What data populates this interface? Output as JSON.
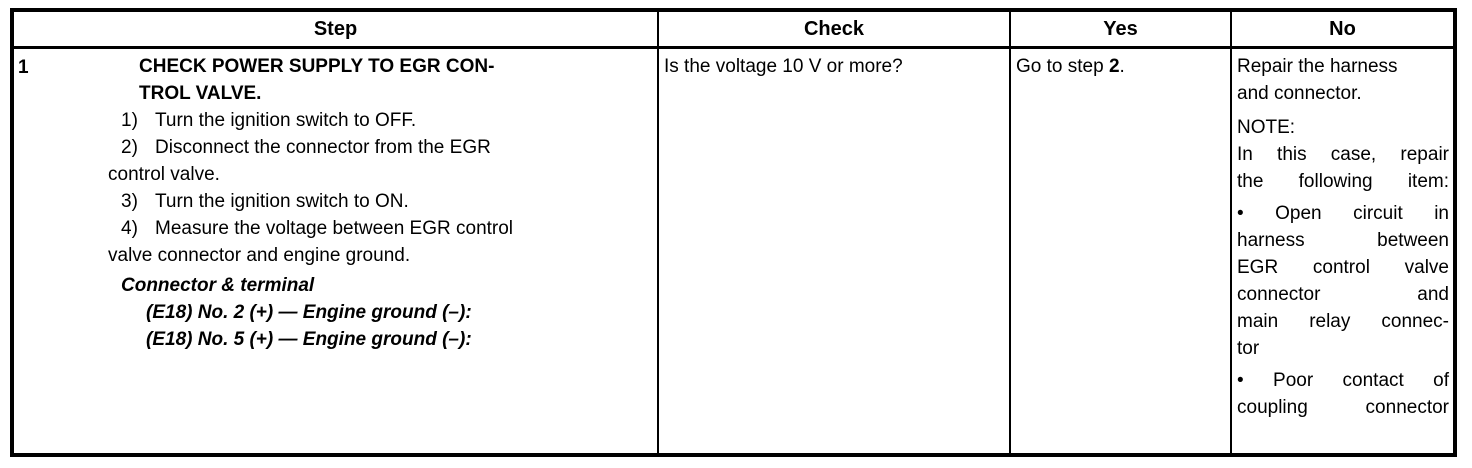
{
  "table": {
    "headers": [
      "Step",
      "Check",
      "Yes",
      "No"
    ],
    "colors": {
      "border": "#000000",
      "text": "#000000",
      "background": "#ffffff"
    },
    "row": {
      "step_number": "1",
      "title_lines": [
        "CHECK POWER SUPPLY TO EGR CON-",
        "TROL VALVE."
      ],
      "instructions": [
        {
          "num": "1)",
          "lines": [
            "Turn the ignition switch to OFF."
          ]
        },
        {
          "num": "2)",
          "lines": [
            "Disconnect the connector from the EGR",
            "control valve."
          ]
        },
        {
          "num": "3)",
          "lines": [
            "Turn the ignition switch to ON."
          ]
        },
        {
          "num": "4)",
          "lines": [
            "Measure the voltage between EGR control",
            "valve connector and engine ground."
          ]
        }
      ],
      "connector_heading": "Connector & terminal",
      "connector_terminals": [
        "(E18) No. 2 (+) — Engine ground (–):",
        "(E18) No. 5 (+) — Engine ground (–):"
      ],
      "check_question": "Is the voltage 10 V or more?",
      "yes": {
        "prefix": "Go to step ",
        "step_ref": "2",
        "suffix": "."
      },
      "no": {
        "action_lines": [
          "Repair the harness",
          "and connector."
        ],
        "note_label": "NOTE:",
        "note_intro_lines": [
          "In this case, repair",
          "the following item:"
        ],
        "bullet_glyph": "•",
        "bullets": [
          {
            "lines": [
              "Open circuit in",
              "harness between",
              "EGR control valve",
              "connector and",
              "main relay connec-",
              "tor"
            ]
          },
          {
            "lines": [
              "Poor contact of",
              "coupling connector"
            ]
          }
        ]
      }
    }
  }
}
